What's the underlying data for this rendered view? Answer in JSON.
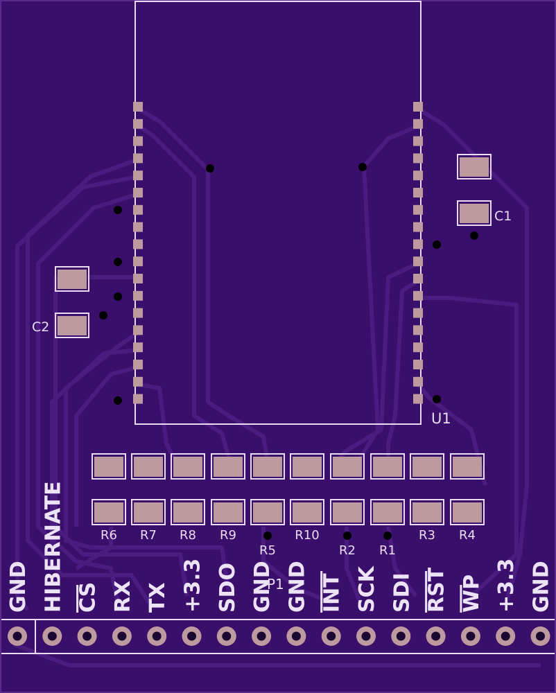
{
  "board": {
    "colors": {
      "substrate": "#3a0e6b",
      "trace": "#4a1c80",
      "silkscreen": "#e9dcf3",
      "pad": "#bd9aa0",
      "via": "#000000"
    }
  },
  "module": {
    "designator": "U1"
  },
  "capacitors": [
    {
      "designator": "C1"
    },
    {
      "designator": "C2"
    }
  ],
  "resistors": [
    {
      "designator": "R6"
    },
    {
      "designator": "R7"
    },
    {
      "designator": "R8"
    },
    {
      "designator": "R9"
    },
    {
      "designator": "R5"
    },
    {
      "designator": "R10"
    },
    {
      "designator": "R2"
    },
    {
      "designator": "R1"
    },
    {
      "designator": "R3"
    },
    {
      "designator": "R4"
    }
  ],
  "header": {
    "designator": "P1",
    "pins": [
      {
        "label": "GND",
        "overbar": false
      },
      {
        "label": "HIBERNATE",
        "overbar": false
      },
      {
        "label": "CS",
        "overbar": true
      },
      {
        "label": "RX",
        "overbar": false
      },
      {
        "label": "TX",
        "overbar": false
      },
      {
        "label": "+3.3",
        "overbar": false
      },
      {
        "label": "SDO",
        "overbar": false
      },
      {
        "label": "GND",
        "overbar": false
      },
      {
        "label": "GND",
        "overbar": false
      },
      {
        "label": "INT",
        "overbar": true
      },
      {
        "label": "SCK",
        "overbar": false
      },
      {
        "label": "SDI",
        "overbar": false
      },
      {
        "label": "RST",
        "overbar": true
      },
      {
        "label": "WP",
        "overbar": true
      },
      {
        "label": "+3.3",
        "overbar": false
      },
      {
        "label": "GND",
        "overbar": false
      }
    ]
  }
}
